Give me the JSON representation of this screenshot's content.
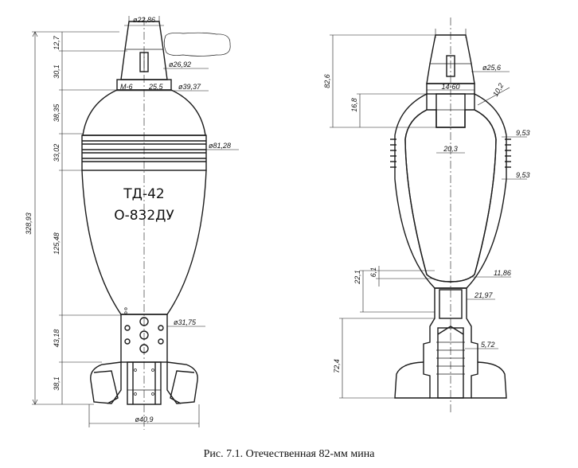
{
  "caption": "Рис. 7.1. Отечественная 82-мм мина",
  "left_view": {
    "marking_line1": "ТД-42",
    "marking_line2": "О-832ДУ",
    "dims": {
      "d_fuze_top": "ø22,86",
      "d_fuze_base": "ø26,92",
      "d_fuze_thread": "ø39,37",
      "thread": "М-6",
      "thread_len": "25,5",
      "d_body": "ø81,28",
      "d_tail_tube": "ø31,75",
      "d_stabilizer": "ø40,9",
      "v_overall": "328,93",
      "v_fuze_tip": "12,7",
      "v_fuze": "30,1",
      "v_head": "38,35",
      "v_belt": "33,02",
      "v_body": "125,48",
      "v_tube": "43,18",
      "v_fins": "38,1"
    }
  },
  "right_view": {
    "dims": {
      "d_fuze": "ø25,6",
      "thread": "14-60",
      "v_top": "82,6",
      "v_socket": "16,8",
      "wall_top": "10,2",
      "belt_1": "9,53",
      "belt_2": "9,53",
      "d_inner": "20,3",
      "v_bottom": "22,1",
      "v_neck": "6,1",
      "wall_bottom": "11,86",
      "d_channel": "21,97",
      "d_hole": "5,72",
      "v_tail": "72,4"
    }
  }
}
